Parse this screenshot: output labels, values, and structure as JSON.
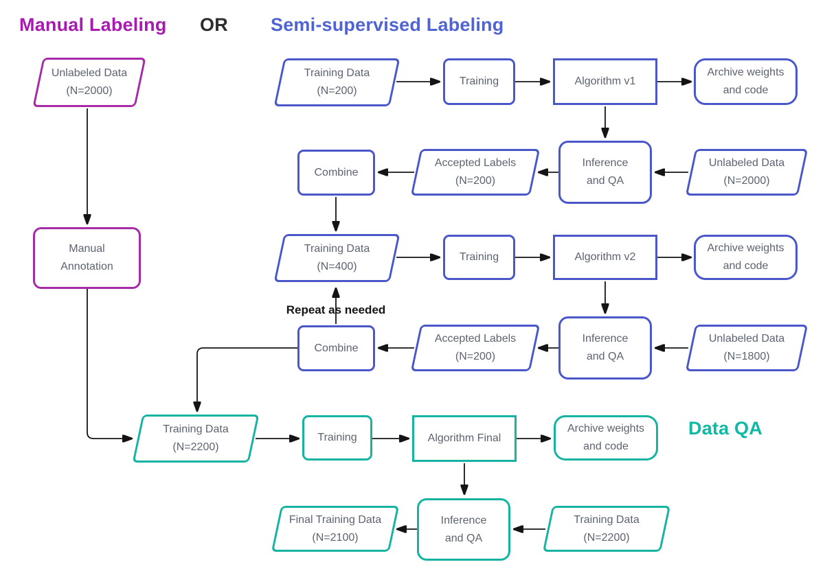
{
  "headers": {
    "manual": "Manual Labeling",
    "or": "OR",
    "semi": "Semi-supervised Labeling",
    "dataqa": "Data QA"
  },
  "annotations": {
    "repeat": "Repeat as needed"
  },
  "colors": {
    "magenta": "#a72ba7",
    "magenta_header": "#a81bb0",
    "blue": "#4a57c9",
    "blue_header": "#4f63d2",
    "teal": "#14b3a2",
    "teal_header": "#10b9a4",
    "or_header": "#2d2d2d",
    "text": "#5c6370",
    "arrow": "#141414",
    "repeat_text": "#141414"
  },
  "nodes": {
    "m_unlabeled": {
      "line1": "Unlabeled Data",
      "line2": "(N=2000)"
    },
    "m_annotation": {
      "line1": "Manual",
      "line2": "Annotation"
    },
    "b_tdata200": {
      "line1": "Training Data",
      "line2": "(N=200)"
    },
    "b_training1": {
      "line1": "Training"
    },
    "b_algo_v1": {
      "line1": "Algorithm v1"
    },
    "b_archive1": {
      "line1": "Archive weights",
      "line2": "and code"
    },
    "b_combine1": {
      "line1": "Combine"
    },
    "b_accepted1": {
      "line1": "Accepted Labels",
      "line2": "(N=200)"
    },
    "b_inference1": {
      "line1": "Inference",
      "line2": "and QA"
    },
    "b_unlabeled2000": {
      "line1": "Unlabeled Data",
      "line2": "(N=2000)"
    },
    "b_tdata400": {
      "line1": "Training Data",
      "line2": "(N=400)"
    },
    "b_training2": {
      "line1": "Training"
    },
    "b_algo_v2": {
      "line1": "Algorithm v2"
    },
    "b_archive2": {
      "line1": "Archive weights",
      "line2": "and code"
    },
    "b_combine2": {
      "line1": "Combine"
    },
    "b_accepted2": {
      "line1": "Accepted Labels",
      "line2": "(N=200)"
    },
    "b_inference2": {
      "line1": "Inference",
      "line2": "and QA"
    },
    "b_unlabeled1800": {
      "line1": "Unlabeled Data",
      "line2": "(N=1800)"
    },
    "t_tdata2200a": {
      "line1": "Training Data",
      "line2": "(N=2200)"
    },
    "t_training": {
      "line1": "Training"
    },
    "t_algo_final": {
      "line1": "Algorithm Final"
    },
    "t_archive": {
      "line1": "Archive weights",
      "line2": "and code"
    },
    "t_final_tdata": {
      "line1": "Final Training Data",
      "line2": "(N=2100)"
    },
    "t_inference": {
      "line1": "Inference",
      "line2": "and QA"
    },
    "t_tdata2200b": {
      "line1": "Training Data",
      "line2": "(N=2200)"
    }
  },
  "diagram": {
    "edges": [
      {
        "from": "m_unlabeled",
        "to": "m_annotation"
      },
      {
        "from": "m_annotation",
        "to": "t_tdata2200a"
      },
      {
        "from": "b_tdata200",
        "to": "b_training1"
      },
      {
        "from": "b_training1",
        "to": "b_algo_v1"
      },
      {
        "from": "b_algo_v1",
        "to": "b_archive1"
      },
      {
        "from": "b_algo_v1",
        "to": "b_inference1"
      },
      {
        "from": "b_unlabeled2000",
        "to": "b_inference1"
      },
      {
        "from": "b_inference1",
        "to": "b_accepted1"
      },
      {
        "from": "b_accepted1",
        "to": "b_combine1"
      },
      {
        "from": "b_combine1",
        "to": "b_tdata400"
      },
      {
        "from": "b_tdata400",
        "to": "b_training2"
      },
      {
        "from": "b_training2",
        "to": "b_algo_v2"
      },
      {
        "from": "b_algo_v2",
        "to": "b_archive2"
      },
      {
        "from": "b_algo_v2",
        "to": "b_inference2"
      },
      {
        "from": "b_unlabeled1800",
        "to": "b_inference2"
      },
      {
        "from": "b_inference2",
        "to": "b_accepted2"
      },
      {
        "from": "b_accepted2",
        "to": "b_combine2"
      },
      {
        "from": "b_combine2",
        "to": "b_tdata400",
        "label": "Repeat as needed"
      },
      {
        "from": "b_combine2",
        "to": "t_tdata2200a"
      },
      {
        "from": "t_tdata2200a",
        "to": "t_training"
      },
      {
        "from": "t_training",
        "to": "t_algo_final"
      },
      {
        "from": "t_algo_final",
        "to": "t_archive"
      },
      {
        "from": "t_algo_final",
        "to": "t_inference"
      },
      {
        "from": "t_tdata2200b",
        "to": "t_inference"
      },
      {
        "from": "t_inference",
        "to": "t_final_tdata"
      }
    ]
  }
}
